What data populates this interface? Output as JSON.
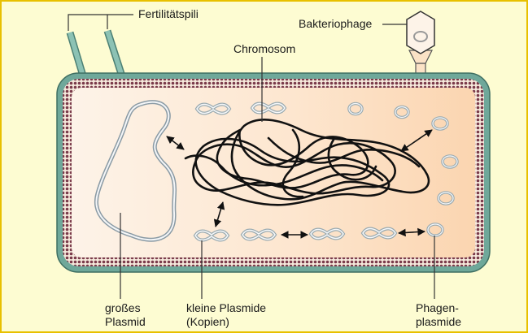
{
  "labels": {
    "fertility_pili": "Fertilitätspili",
    "bacteriophage": "Bakteriophage",
    "chromosome": "Chromosom",
    "large_plasmid_line1": "großes",
    "large_plasmid_line2": "Plasmid",
    "small_plasmids_line1": "kleine Plasmide",
    "small_plasmids_line2": "(Kopien)",
    "phage_plasmid_line1": "Phagen-",
    "phage_plasmid_line2": "plasmide"
  },
  "colors": {
    "background": "#fdfcd2",
    "frame": "#e8c000",
    "cell_wall": "#6fa89a",
    "membrane_beads": "#7a3a4a",
    "cytoplasm_light": "#fdeedd",
    "cytoplasm_warm": "#fbd9b8",
    "plasmid_stroke": "#9aaab0",
    "chromosome": "#111111"
  },
  "icons": [
    "arrow-icon"
  ]
}
